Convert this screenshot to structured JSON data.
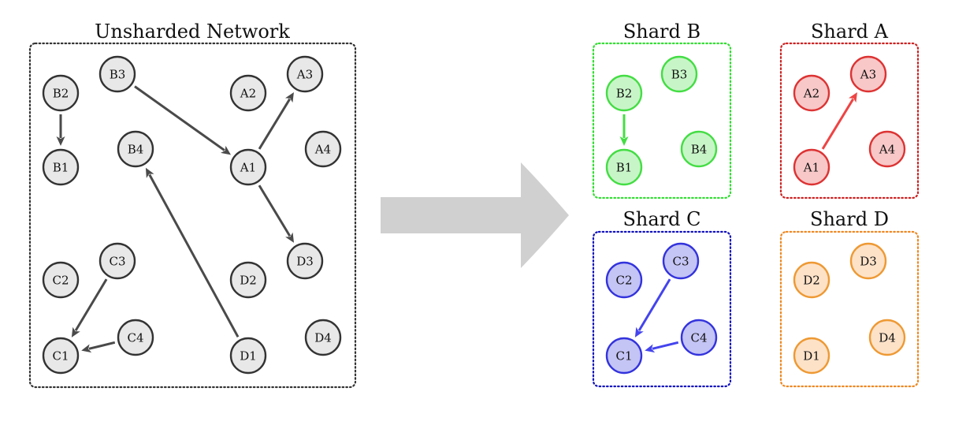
{
  "panels": [
    {
      "id": "unsharded",
      "title": "Unsharded Network",
      "stroke": "#333333",
      "node_fill": "#e8e8e8",
      "node_stroke": "#333333",
      "edge_color": "#4a4a4a",
      "nodes": [
        "B2",
        "B1",
        "B3",
        "B4",
        "A2",
        "A3",
        "A1",
        "A4",
        "D3",
        "C2",
        "C3",
        "D2",
        "C1",
        "C4",
        "D1",
        "D4"
      ],
      "edges": [
        [
          "B2",
          "B1"
        ],
        [
          "B3",
          "A1"
        ],
        [
          "A1",
          "A3"
        ],
        [
          "A1",
          "D3"
        ],
        [
          "D1",
          "B4"
        ],
        [
          "C3",
          "C1"
        ],
        [
          "C4",
          "C1"
        ]
      ]
    },
    {
      "id": "shard-b",
      "title": "Shard B",
      "stroke": "#33dd33",
      "node_fill": "#c8f5c8",
      "node_stroke": "#44dd44",
      "edge_color": "#44dd44",
      "nodes": [
        "B2",
        "B3",
        "B1",
        "B4"
      ],
      "edges": [
        [
          "B2",
          "B1"
        ]
      ]
    },
    {
      "id": "shard-a",
      "title": "Shard A",
      "stroke": "#cc2222",
      "node_fill": "#f8c8c8",
      "node_stroke": "#dd3333",
      "edge_color": "#ee4444",
      "nodes": [
        "A2",
        "A3",
        "A1",
        "A4"
      ],
      "edges": [
        [
          "A1",
          "A3"
        ]
      ]
    },
    {
      "id": "shard-c",
      "title": "Shard C",
      "stroke": "#1111bb",
      "node_fill": "#c4c4f5",
      "node_stroke": "#3333dd",
      "edge_color": "#4444ee",
      "nodes": [
        "C2",
        "C3",
        "C1",
        "C4"
      ],
      "edges": [
        [
          "C3",
          "C1"
        ],
        [
          "C4",
          "C1"
        ]
      ]
    },
    {
      "id": "shard-d",
      "title": "Shard D",
      "stroke": "#ee8822",
      "node_fill": "#fde2c8",
      "node_stroke": "#ee9933",
      "edge_color": "#ee9933",
      "nodes": [
        "D2",
        "D3",
        "D1",
        "D4"
      ],
      "edges": []
    }
  ],
  "transition_arrow": {
    "color": "#d0d0d0",
    "meaning": "sharding"
  }
}
